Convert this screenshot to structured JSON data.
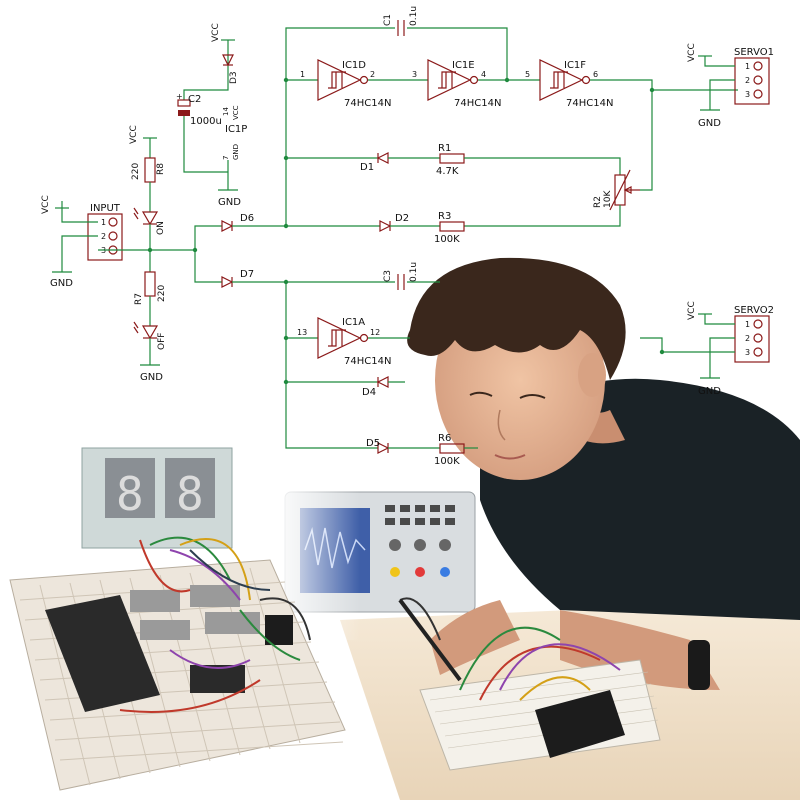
{
  "schematic": {
    "power_labels": {
      "vcc": "VCC",
      "gnd": "GND"
    },
    "ic1d": {
      "name": "IC1D",
      "type": "74HC14N",
      "pin_in": "1",
      "pin_out": "2"
    },
    "ic1e": {
      "name": "IC1E",
      "type": "74HC14N",
      "pin_in": "3",
      "pin_out": "4"
    },
    "ic1f": {
      "name": "IC1F",
      "type": "74HC14N",
      "pin_in": "5",
      "pin_out": "6"
    },
    "ic1a": {
      "name": "IC1A",
      "type": "74HC14N",
      "pin_in": "13",
      "pin_out": "12"
    },
    "ic1p": {
      "name": "IC1P",
      "pin_vcc_num": "14",
      "pin_vcc": "VCC",
      "pin_gnd_num": "7",
      "pin_gnd": "GND"
    },
    "c1": {
      "name": "C1",
      "value": "0.1u"
    },
    "c2": {
      "name": "C2",
      "value": "1000u",
      "polarity": "+"
    },
    "c3": {
      "name": "C3",
      "value": "0.1u"
    },
    "d1": {
      "name": "D1"
    },
    "d2": {
      "name": "D2"
    },
    "d3": {
      "name": "D3"
    },
    "d4": {
      "name": "D4"
    },
    "d5": {
      "name": "D5"
    },
    "d6": {
      "name": "D6"
    },
    "d7": {
      "name": "D7"
    },
    "r1": {
      "name": "R1",
      "value": "4.7K"
    },
    "r2": {
      "name": "R2",
      "value": "10K"
    },
    "r3": {
      "name": "R3",
      "value": "100K"
    },
    "r6": {
      "name": "R6",
      "value": "100K"
    },
    "r7": {
      "name": "R7",
      "value": "220"
    },
    "r8": {
      "name": "R8",
      "value": "220"
    },
    "led_on": {
      "label": "ON"
    },
    "led_off": {
      "label": "OFF"
    },
    "input": {
      "name": "INPUT",
      "pins": [
        "1",
        "2",
        "3"
      ]
    },
    "servo1": {
      "name": "SERVO1",
      "pins": [
        "1",
        "2",
        "3"
      ]
    },
    "servo2": {
      "name": "SERVO2",
      "pins": [
        "1",
        "2",
        "3"
      ]
    }
  },
  "colors": {
    "wire": "#1f8a3e",
    "component": "#8b1a1a",
    "text": "#111111",
    "background": "#ffffff"
  }
}
